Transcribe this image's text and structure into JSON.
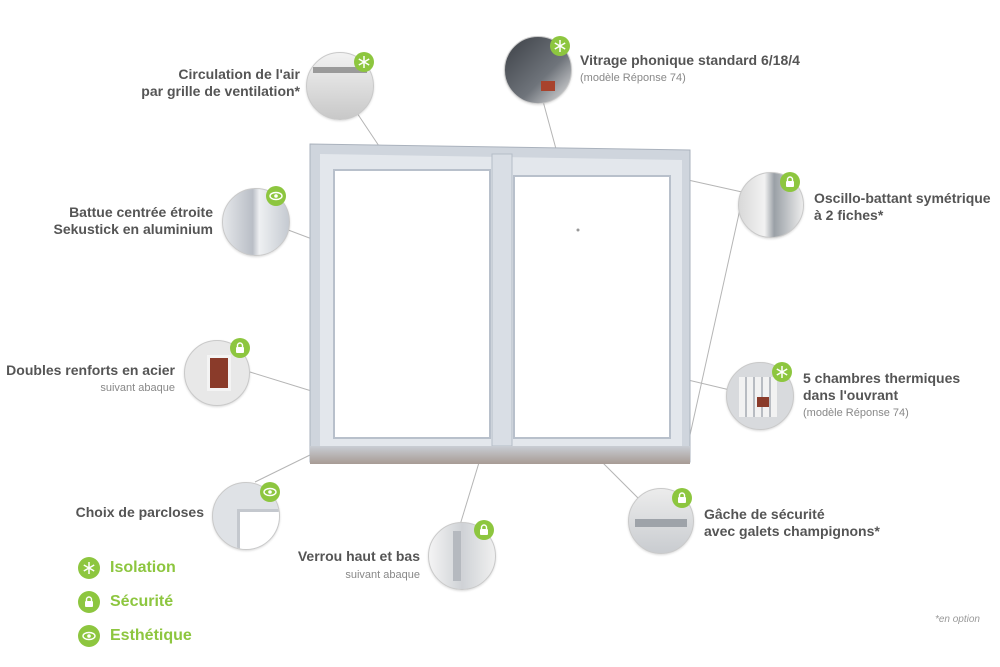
{
  "features": [
    {
      "id": "circulation",
      "title1": "Circulation de l'air",
      "title2": "par grille de ventilation*",
      "badge": "isolation"
    },
    {
      "id": "battue",
      "title1": "Battue centrée étroite",
      "title2": "Sekustick en aluminium",
      "badge": "esthetique"
    },
    {
      "id": "renforts",
      "title1": "Doubles renforts en acier",
      "sub": "suivant abaque",
      "badge": "securite"
    },
    {
      "id": "parcloses",
      "title1": "Choix de parcloses",
      "badge": "esthetique"
    },
    {
      "id": "verrou",
      "title1": "Verrou haut et bas",
      "sub": "suivant abaque",
      "badge": "securite"
    },
    {
      "id": "vitrage",
      "title1": "Vitrage phonique standard 6/18/4",
      "sub": "(modèle Réponse 74)",
      "badge": "isolation"
    },
    {
      "id": "oscillo",
      "title1": "Oscillo-battant symétrique",
      "title2": "à 2 fiches*",
      "badge": "securite"
    },
    {
      "id": "chambres",
      "title1": "5 chambres thermiques",
      "title2": "dans l'ouvrant",
      "sub": "(modèle Réponse 74)",
      "badge": "isolation"
    },
    {
      "id": "gache",
      "title1": "Gâche de sécurité",
      "title2": "avec galets champignons*",
      "badge": "securite"
    }
  ],
  "legend": [
    {
      "label": "Isolation",
      "icon": "snowflake-icon"
    },
    {
      "label": "Sécurité",
      "icon": "lock-icon"
    },
    {
      "label": "Esthétique",
      "icon": "eye-icon"
    }
  ],
  "footnote": "*en option",
  "colors": {
    "accent": "#8dc63f",
    "frame": "#d6dbe2",
    "text": "#4a4a4a"
  }
}
